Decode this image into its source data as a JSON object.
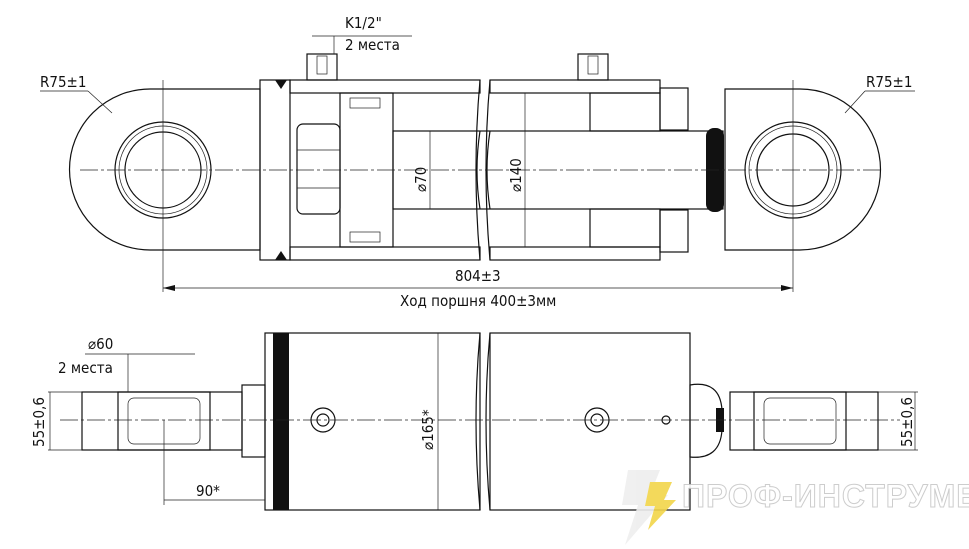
{
  "top_view": {
    "port_thread": "K1/2\"",
    "port_count": "2 места",
    "radius_left": "R75±1",
    "radius_right": "R75±1",
    "rod_diameter": "⌀70",
    "bore_diameter": "⌀140",
    "pin_to_pin_length": "804±3",
    "stroke": "Ход поршня 400±3мм"
  },
  "bottom_view": {
    "eye_diameter": "⌀60",
    "eye_count": "2 места",
    "eye_width_left": "55±0,6",
    "eye_width_right": "55±0,6",
    "outer_diameter": "⌀165*",
    "eye_offset": "90*"
  },
  "watermark": {
    "text": "ПРОФ-ИНСТРУМЕНТ",
    "accent": "#f2d54a"
  }
}
